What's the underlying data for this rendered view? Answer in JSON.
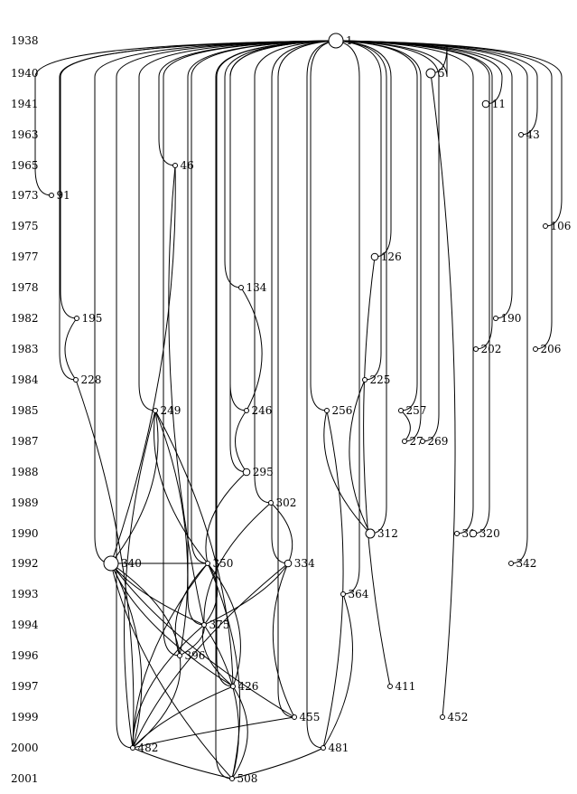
{
  "years": [
    "1938",
    "1940",
    "1941",
    "1963",
    "1965",
    "1973",
    "1975",
    "1977",
    "1978",
    "1982",
    "1983",
    "1984",
    "1985",
    "1987",
    "1988",
    "1989",
    "1990",
    "1992",
    "1993",
    "1994",
    "1996",
    "1997",
    "1999",
    "2000",
    "2001"
  ],
  "nodes": [
    {
      "id": "1",
      "year": "1938",
      "size": "large"
    },
    {
      "id": "5",
      "year": "1940",
      "size": "medium"
    },
    {
      "id": "11",
      "year": "1941",
      "size": "small"
    },
    {
      "id": "43",
      "year": "1963",
      "size": "tiny"
    },
    {
      "id": "46",
      "year": "1965",
      "size": "tiny"
    },
    {
      "id": "91",
      "year": "1973",
      "size": "tiny"
    },
    {
      "id": "106",
      "year": "1975",
      "size": "tiny"
    },
    {
      "id": "126",
      "year": "1977",
      "size": "small"
    },
    {
      "id": "134",
      "year": "1978",
      "size": "tiny"
    },
    {
      "id": "195",
      "year": "1982",
      "size": "tiny"
    },
    {
      "id": "190",
      "year": "1982",
      "size": "tiny"
    },
    {
      "id": "202",
      "year": "1983",
      "size": "tiny"
    },
    {
      "id": "206",
      "year": "1983",
      "size": "tiny"
    },
    {
      "id": "228",
      "year": "1984",
      "size": "tiny"
    },
    {
      "id": "225",
      "year": "1984",
      "size": "tiny"
    },
    {
      "id": "249",
      "year": "1985",
      "size": "tiny"
    },
    {
      "id": "246",
      "year": "1985",
      "size": "tiny"
    },
    {
      "id": "256",
      "year": "1985",
      "size": "tiny"
    },
    {
      "id": "257",
      "year": "1985",
      "size": "tiny"
    },
    {
      "id": "27",
      "year": "1987",
      "size": "tiny"
    },
    {
      "id": "269",
      "year": "1987",
      "size": "tiny"
    },
    {
      "id": "295",
      "year": "1988",
      "size": "small"
    },
    {
      "id": "302",
      "year": "1989",
      "size": "tiny"
    },
    {
      "id": "312",
      "year": "1990",
      "size": "medium"
    },
    {
      "id": "31",
      "year": "1990",
      "size": "tiny"
    },
    {
      "id": "320",
      "year": "1990",
      "size": "small"
    },
    {
      "id": "340",
      "year": "1992",
      "size": "large"
    },
    {
      "id": "350",
      "year": "1992",
      "size": "tiny"
    },
    {
      "id": "334",
      "year": "1992",
      "size": "small"
    },
    {
      "id": "342",
      "year": "1992",
      "size": "tiny"
    },
    {
      "id": "364",
      "year": "1993",
      "size": "tiny"
    },
    {
      "id": "375",
      "year": "1994",
      "size": "tiny"
    },
    {
      "id": "396",
      "year": "1996",
      "size": "tiny"
    },
    {
      "id": "426",
      "year": "1997",
      "size": "tiny"
    },
    {
      "id": "411",
      "year": "1997",
      "size": "tiny"
    },
    {
      "id": "455",
      "year": "1999",
      "size": "tiny"
    },
    {
      "id": "452",
      "year": "1999",
      "size": "tiny"
    },
    {
      "id": "482",
      "year": "2000",
      "size": "tiny"
    },
    {
      "id": "481",
      "year": "2000",
      "size": "tiny"
    },
    {
      "id": "508",
      "year": "2001",
      "size": "tiny"
    }
  ],
  "edges": [
    [
      "1",
      "5"
    ],
    [
      "1",
      "11"
    ],
    [
      "1",
      "43"
    ],
    [
      "1",
      "91"
    ],
    [
      "1",
      "106"
    ],
    [
      "1",
      "126"
    ],
    [
      "1",
      "134"
    ],
    [
      "1",
      "195"
    ],
    [
      "1",
      "190"
    ],
    [
      "1",
      "202"
    ],
    [
      "1",
      "206"
    ],
    [
      "1",
      "228"
    ],
    [
      "1",
      "225"
    ],
    [
      "1",
      "246"
    ],
    [
      "1",
      "256"
    ],
    [
      "1",
      "257"
    ],
    [
      "1",
      "27"
    ],
    [
      "1",
      "269"
    ],
    [
      "1",
      "295"
    ],
    [
      "1",
      "302"
    ],
    [
      "1",
      "312"
    ],
    [
      "1",
      "31"
    ],
    [
      "1",
      "320"
    ],
    [
      "1",
      "340"
    ],
    [
      "1",
      "350"
    ],
    [
      "1",
      "334"
    ],
    [
      "1",
      "342"
    ],
    [
      "1",
      "364"
    ],
    [
      "1",
      "375"
    ],
    [
      "1",
      "396"
    ],
    [
      "1",
      "426"
    ],
    [
      "1",
      "455"
    ],
    [
      "1",
      "482"
    ],
    [
      "1",
      "481"
    ],
    [
      "1",
      "508"
    ],
    [
      "1",
      "249"
    ],
    [
      "1",
      "46"
    ],
    [
      "5",
      "452"
    ],
    [
      "126",
      "411"
    ],
    [
      "46",
      "340"
    ],
    [
      "46",
      "375"
    ],
    [
      "228",
      "482"
    ],
    [
      "195",
      "228"
    ],
    [
      "249",
      "396"
    ],
    [
      "249",
      "350"
    ],
    [
      "249",
      "426"
    ],
    [
      "249",
      "482"
    ],
    [
      "249",
      "340"
    ],
    [
      "256",
      "312"
    ],
    [
      "256",
      "481"
    ],
    [
      "225",
      "312"
    ],
    [
      "257",
      "27"
    ],
    [
      "295",
      "350"
    ],
    [
      "302",
      "334"
    ],
    [
      "302",
      "375"
    ],
    [
      "134",
      "246"
    ],
    [
      "246",
      "295"
    ],
    [
      "340",
      "350"
    ],
    [
      "340",
      "375"
    ],
    [
      "340",
      "396"
    ],
    [
      "340",
      "426"
    ],
    [
      "340",
      "482"
    ],
    [
      "340",
      "508"
    ],
    [
      "350",
      "375"
    ],
    [
      "350",
      "396"
    ],
    [
      "350",
      "426"
    ],
    [
      "350",
      "482"
    ],
    [
      "350",
      "508"
    ],
    [
      "334",
      "455"
    ],
    [
      "334",
      "375"
    ],
    [
      "334",
      "482"
    ],
    [
      "375",
      "396"
    ],
    [
      "375",
      "426"
    ],
    [
      "375",
      "508"
    ],
    [
      "375",
      "482"
    ],
    [
      "396",
      "482"
    ],
    [
      "426",
      "482"
    ],
    [
      "426",
      "508"
    ],
    [
      "455",
      "482"
    ],
    [
      "364",
      "481"
    ],
    [
      "482",
      "508"
    ],
    [
      "481",
      "508"
    ],
    [
      "340",
      "455"
    ]
  ]
}
